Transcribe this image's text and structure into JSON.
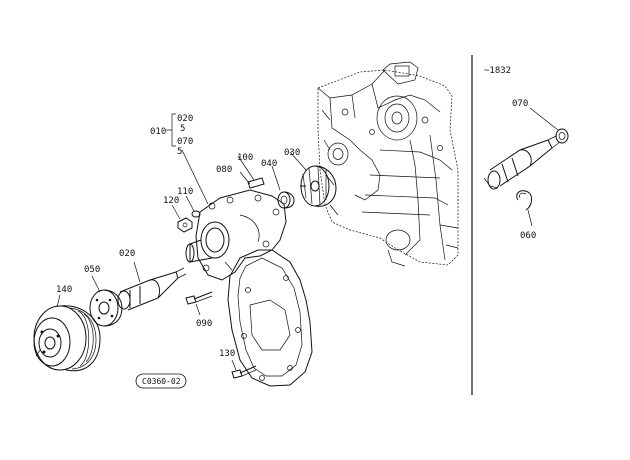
{
  "diagram": {
    "labels": {
      "p010": "010",
      "p020_top": "020",
      "p020_sep1": "5",
      "p070_top": "070",
      "p070_sep2": "5",
      "p020": "020",
      "p030": "030",
      "p040": "040",
      "p050": "050",
      "p060": "060",
      "p070": "070",
      "p080": "080",
      "p090": "090",
      "p100": "100",
      "p110": "110",
      "p120": "120",
      "p130": "130",
      "p140": "140"
    },
    "serial_range": "~1832",
    "drawing_code": "C0360-02"
  }
}
